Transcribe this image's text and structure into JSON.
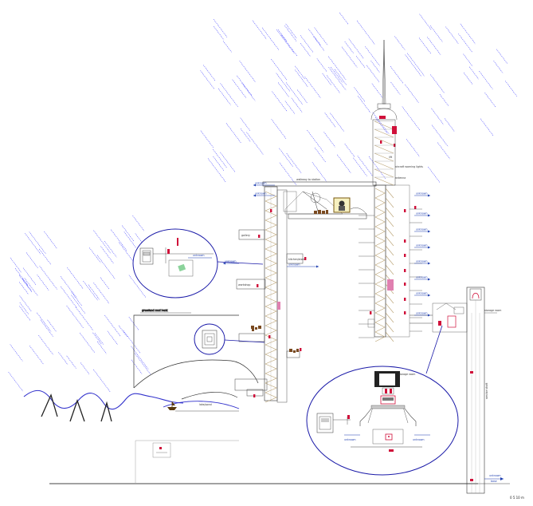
{
  "diagram": {
    "palette": {
      "line": "#333333",
      "rain": "#4a4aff",
      "callout": "#1a1aa8",
      "accent": "#d0103a",
      "pink": "#e080b0",
      "ramp": "#b8a070",
      "ground": "#444444"
    },
    "labels": {
      "hill_caption": "grassland mud bank",
      "lake": "lake/pond",
      "top_bridge": "walkway to station",
      "spire_note_1": "lift",
      "spire_note_2": "aircraft warning lights",
      "spire_note_3": "antenna",
      "room_a": "gallery",
      "room_b": "workshop",
      "room_c": "kitchen/store",
      "room_d": "storage room",
      "shaft_label": "service shaft",
      "arrow_unknown": "unknown",
      "callout_right_top": "storage room",
      "callout_right_bottom": "unknown",
      "bottom_right_arrow": "unknown",
      "bottom_right_sub": "base",
      "scale_text": "0  5  10 m"
    },
    "icons": [
      "boat-icon",
      "portrait-frame-icon",
      "figure-icon",
      "crate-stack-icon"
    ]
  }
}
